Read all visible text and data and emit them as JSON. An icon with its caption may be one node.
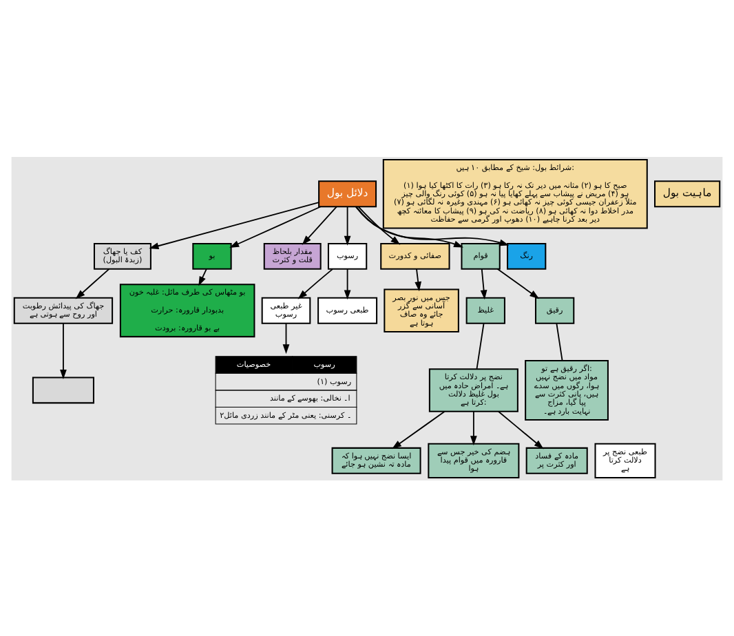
{
  "diagram": {
    "nodes": [
      {
        "text": [
          "ماہیت بول"
        ]
      },
      {
        "text": [
          "شرائط بول: شیخ کے مطابق ۱۰ ہیں:",
          "(۱) صبح کا ہو (۲) مثانہ میں دیر تک نہ رکا ہو (۳) رات کا اکٹھا کیا ہوا ہو (۴) مریض نے پیشاب سے پہلے کھایا پیا نہ ہو (۵) کوئی رنگ والی چیز مثلاً زعفران جیسی کوئی چیز نہ کھائی ہو (۶) مہندی وغیرہ نہ لگائی ہو (۷) مدر اخلاط دوا نہ کھائی ہو (۸) ریاضت نہ کی ہو (۹) پیشاب کا معائنہ کچھ دیر بعد کرنا چاہیے (۱۰) دھوپ اور گرمی سے حفاظت"
        ]
      },
      {
        "text": [
          "دلائل بول"
        ]
      },
      {
        "text": [
          "رنگ"
        ]
      },
      {
        "text": [
          "قوام"
        ]
      },
      {
        "text": [
          "صفائی و کدورت"
        ]
      },
      {
        "text": [
          "رسوب"
        ]
      },
      {
        "text": [
          "مقدار بلحاظ قلت و کثرت"
        ]
      },
      {
        "text": [
          "بو"
        ]
      },
      {
        "text": [
          "کف یا جھاگ (زبدۃ البول)"
        ]
      },
      {
        "text": [
          "رقیق"
        ]
      },
      {
        "text": [
          "غلیظ"
        ]
      },
      {
        "text": [
          "اگر رقیق ہے تو: مواد میں نضج نہیں ہوا، رگوں میں سدے ہیں، پانی کثرت سے پیا گیا، مزاج نہایت بارد ہے۔"
        ]
      },
      {
        "text": [
          "نضج پر دلالت کرتا ہے۔ امراض حادہ میں بول غلیظ دلالت کرتا ہے:"
        ]
      },
      {
        "text": [
          "مادہ کے فساد اور کثرت پر"
        ]
      },
      {
        "text": [
          "ہضم کی خیر جس سے قارورہ میں قوام پیدا ہوا"
        ]
      },
      {
        "text": [
          "ایسا نضج نہیں ہوا کہ مادہ تہ نشین ہو جائے"
        ]
      },
      {
        "text": [
          "جس میں نور بصر آسانی سے گزر جائے وہ صاف ہوتا ہے"
        ]
      },
      {
        "text": [
          "طبعی رسوب"
        ]
      },
      {
        "text": [
          "غیر طبعی رسوب"
        ]
      },
      {
        "text": [
          "طبعی نضج پر دلالت کرتا ہے"
        ]
      },
      {
        "text": [
          "رسوب",
          "خصوصیات",
          "(۱) رسوب",
          "ا۔ نخالی: بھوسے کے مانند",
          "۲۔ کرسنی: یعنی مٹر کے مانند زردی مائل"
        ]
      },
      {
        "text": [
          "بو مٹھاس کی طرف مائل: غلبہ خون",
          "بدبودار قارورہ: حرارت",
          "بے بو قارورہ: برودت"
        ]
      },
      {
        "text": [
          "جھاگ کی پیدائش رطوبت اور روح سے ہوتی ہے"
        ]
      },
      {
        "text": [],
        "shape": "box"
      }
    ],
    "edges": [
      {
        "from": 2,
        "to": 3,
        "arrow": "to"
      },
      {
        "from": 2,
        "to": 4,
        "arrow": "to"
      },
      {
        "from": 2,
        "to": 5,
        "arrow": "to"
      },
      {
        "from": 2,
        "to": 6,
        "arrow": "to"
      },
      {
        "from": 2,
        "to": 7,
        "arrow": "to"
      },
      {
        "from": 2,
        "to": 8,
        "arrow": "to"
      },
      {
        "from": 2,
        "to": 9,
        "arrow": "to"
      },
      {
        "from": 4,
        "to": 10,
        "arrow": "to"
      },
      {
        "from": 4,
        "to": 11,
        "arrow": "to"
      },
      {
        "from": 10,
        "to": 12,
        "arrow": "none"
      },
      {
        "from": 11,
        "to": 13,
        "arrow": "none"
      },
      {
        "from": 13,
        "to": 14,
        "arrow": "to"
      },
      {
        "from": 13,
        "to": 15,
        "arrow": "to"
      },
      {
        "from": 13,
        "to": 16,
        "arrow": "to"
      },
      {
        "from": 5,
        "to": 17,
        "arrow": "to"
      },
      {
        "from": 6,
        "to": 18,
        "arrow": "to"
      },
      {
        "from": 6,
        "to": 19,
        "arrow": "to"
      },
      {
        "from": 19,
        "to": 21,
        "arrow": "to"
      },
      {
        "from": 8,
        "to": 22,
        "arrow": "to"
      },
      {
        "from": 9,
        "to": 23,
        "arrow": "to"
      },
      {
        "from": 23,
        "to": 24,
        "arrow": "to"
      }
    ]
  }
}
